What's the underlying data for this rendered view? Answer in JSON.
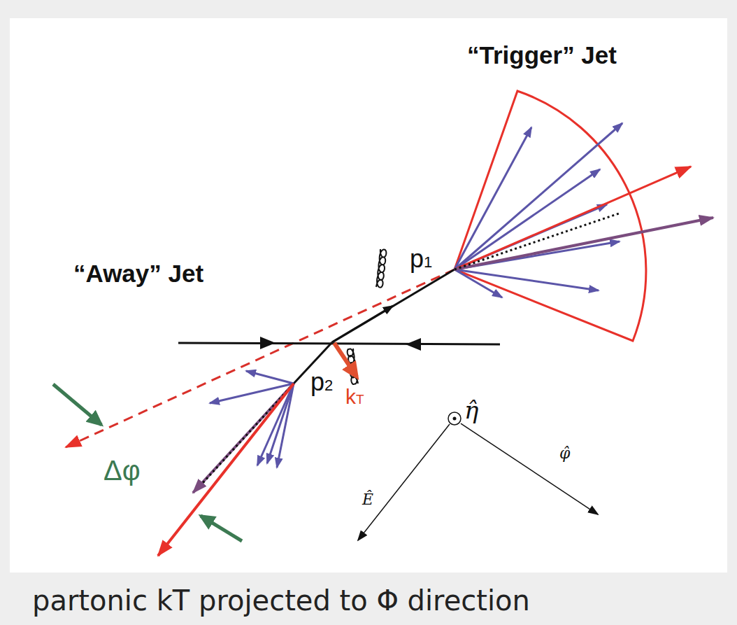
{
  "diagram": {
    "caption": "partonic kT projected to Φ direction",
    "labels": [
      "“Trigger” Jet",
      "p1",
      "“Away” Jet",
      "p2",
      "kT",
      "η̂",
      "φ̂",
      "Δφ",
      "Ê"
    ]
  }
}
